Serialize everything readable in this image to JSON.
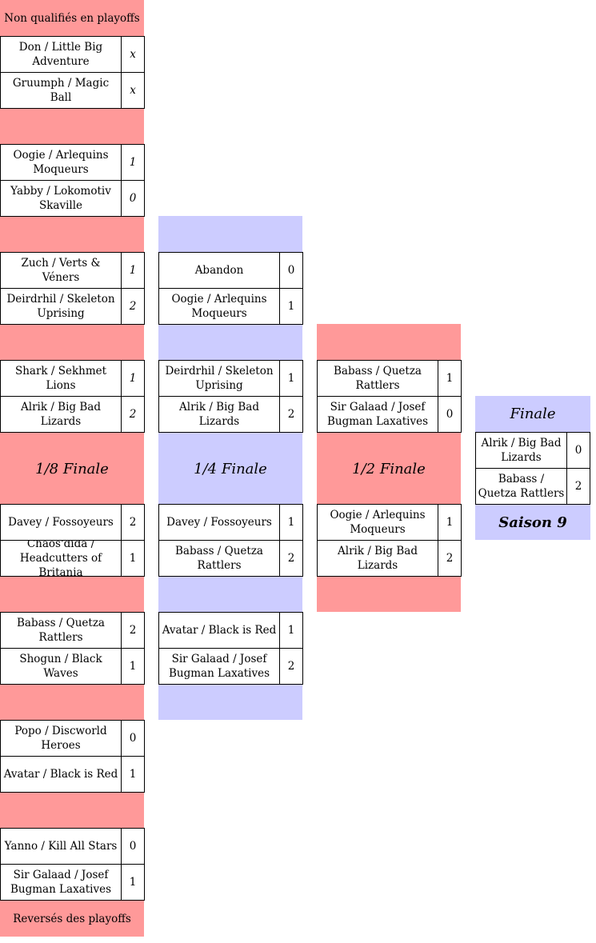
{
  "col1": {
    "top_label": "Non qualifiés en playoffs",
    "bottom_label": "Reversés des playoffs",
    "round_label": "1/8 Finale",
    "matches": [
      [
        {
          "name": "Don / Little Big Adventure",
          "score": "x"
        },
        {
          "name": "Gruumph / Magic Ball",
          "score": "x"
        }
      ],
      [
        {
          "name": "Oogie / Arlequins Moqueurs",
          "score": "1"
        },
        {
          "name": "Yabby / Lokomotiv Skaville",
          "score": "0"
        }
      ],
      [
        {
          "name": "Zuch / Verts & Véners",
          "score": "1"
        },
        {
          "name": "Deirdrhil / Skeleton Uprising",
          "score": "2"
        }
      ],
      [
        {
          "name": "Shark / Sekhmet Lions",
          "score": "1"
        },
        {
          "name": "Alrik / Big Bad Lizards",
          "score": "2"
        }
      ],
      [
        {
          "name": "Davey / Fossoyeurs",
          "score": "2"
        },
        {
          "name": "Chaos'dida / Headcutters of Britania",
          "score": "1"
        }
      ],
      [
        {
          "name": "Babass / Quetza Rattlers",
          "score": "2"
        },
        {
          "name": "Shogun / Black Waves",
          "score": "1"
        }
      ],
      [
        {
          "name": "Popo / Discworld Heroes",
          "score": "0"
        },
        {
          "name": "Avatar / Black is Red",
          "score": "1"
        }
      ],
      [
        {
          "name": "Yanno / Kill All Stars",
          "score": "0"
        },
        {
          "name": "Sir Galaad / Josef Bugman Laxatives",
          "score": "1"
        }
      ]
    ]
  },
  "col2": {
    "round_label": "1/4 Finale",
    "matches": [
      [
        {
          "name": "Abandon",
          "score": "0"
        },
        {
          "name": "Oogie / Arlequins Moqueurs",
          "score": "1"
        }
      ],
      [
        {
          "name": "Deirdrhil / Skeleton Uprising",
          "score": "1"
        },
        {
          "name": "Alrik / Big Bad Lizards",
          "score": "2"
        }
      ],
      [
        {
          "name": "Davey / Fossoyeurs",
          "score": "1"
        },
        {
          "name": "Babass / Quetza Rattlers",
          "score": "2"
        }
      ],
      [
        {
          "name": "Avatar / Black is Red",
          "score": "1"
        },
        {
          "name": "Sir Galaad / Josef Bugman Laxatives",
          "score": "2"
        }
      ]
    ]
  },
  "col3": {
    "round_label": "1/2 Finale",
    "matches": [
      [
        {
          "name": "Babass / Quetza Rattlers",
          "score": "1"
        },
        {
          "name": "Sir Galaad / Josef Bugman Laxatives",
          "score": "0"
        }
      ],
      [
        {
          "name": "Oogie / Arlequins Moqueurs",
          "score": "1"
        },
        {
          "name": "Alrik / Big Bad Lizards",
          "score": "2"
        }
      ]
    ]
  },
  "col4": {
    "round_label": "Finale",
    "season_label": "Saison 9",
    "match": [
      {
        "name": "Alrik / Big Bad Lizards",
        "score": "0"
      },
      {
        "name": "Babass / Quetza Rattlers",
        "score": "2"
      }
    ]
  },
  "colors": {
    "pink": "#ff9999",
    "blue": "#ccccff"
  }
}
